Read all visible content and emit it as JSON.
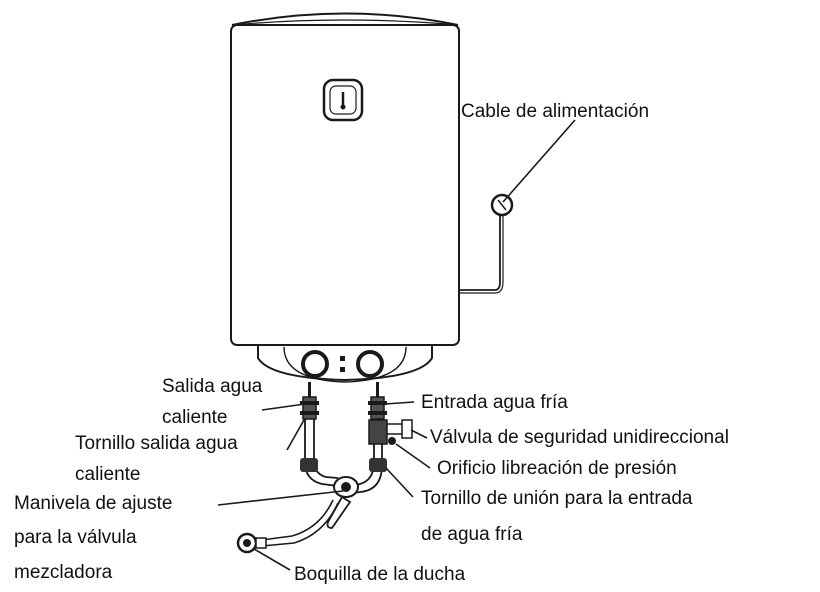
{
  "labels": {
    "power_cable": "Cable de alimentación",
    "hot_outlet_1": "Salida agua",
    "hot_outlet_2": "caliente",
    "hot_screw_1": "Tornillo salida agua",
    "hot_screw_2": "caliente",
    "cold_inlet": "Entrada agua fría",
    "safety_valve": "Válvula de seguridad unidireccional",
    "pressure_hole": "Orificio libreación de presión",
    "cold_screw_1": "Tornillo de unión para la entrada",
    "cold_screw_2": "de agua fría",
    "mixer_handle_1": "Manivela de ajuste",
    "mixer_handle_2": "para la válvula",
    "mixer_handle_3": "mezcladora",
    "shower_nozzle": "Boquilla de la ducha"
  }
}
